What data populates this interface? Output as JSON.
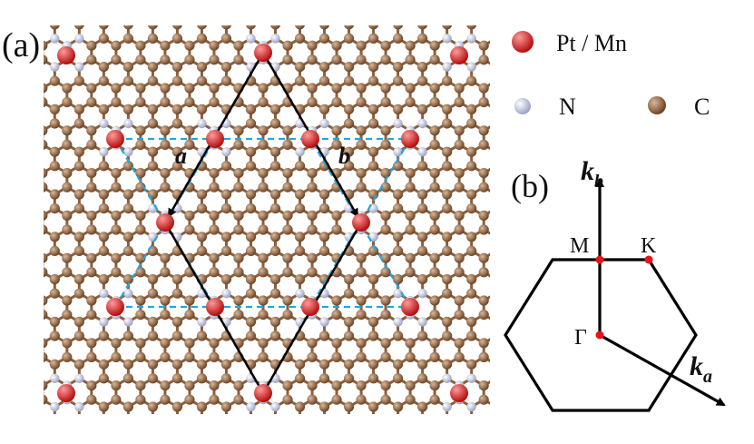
{
  "panel_a": {
    "label": "(a)",
    "lattice_vector_a": "a",
    "lattice_vector_b": "b"
  },
  "legend": {
    "metal": {
      "label": "Pt / Mn",
      "color": "#d81e1e"
    },
    "nitrogen": {
      "label": "N",
      "color": "#b9bed6"
    },
    "carbon": {
      "label": "C",
      "color": "#8a5f3c"
    }
  },
  "panel_b": {
    "label": "(b)",
    "axis_kb": {
      "base": "k",
      "sub": "b"
    },
    "axis_ka": {
      "base": "k",
      "sub": "a"
    },
    "points": {
      "gamma": "Γ",
      "m": "M",
      "k": "K"
    },
    "point_color": "#e8121a"
  },
  "colors": {
    "bond": "#8a5f3c",
    "cell_outline": "#000000",
    "dashed_kagome": "#1fa7e0",
    "brillouin_zone": "#000000"
  }
}
